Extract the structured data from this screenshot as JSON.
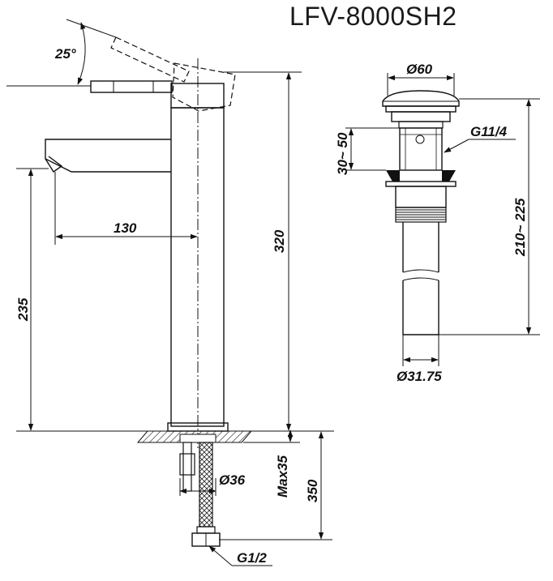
{
  "title": "LFV-8000SH2",
  "faucet": {
    "angle": "25°",
    "height": "320",
    "spout_height": "235",
    "reach": "130",
    "hole_diameter": "Ø36",
    "max_deck": "Max35",
    "hose_length": "350",
    "thread": "G1/2"
  },
  "drain": {
    "top_diameter": "Ø60",
    "range": "30~ 50",
    "thread": "G11/4",
    "length": "210~ 225",
    "pipe_diameter": "Ø31.75"
  }
}
